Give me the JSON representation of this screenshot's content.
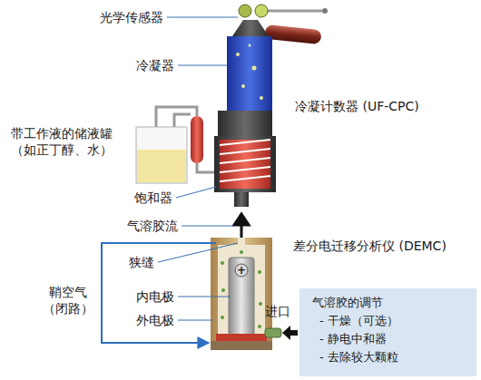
{
  "diagram": {
    "nodes": [
      {
        "text": [
          "气溶胶的调节",
          "- 干燥（可选）",
          "- 静电中和器",
          "- 去除较大颗粒"
        ]
      }
    ],
    "labels": [
      "光学传感器",
      "冷凝器",
      "冷凝计数器 (UF-CPC)",
      "带工作液的储液罐 （如正丁醇、水）",
      "饱和器",
      "气溶胶流",
      "差分电迁移分析仪 (DEMC)",
      "鞘空气 （闭路）",
      "狭缝",
      "内电极",
      "外电极",
      "进口",
      "+"
    ]
  }
}
